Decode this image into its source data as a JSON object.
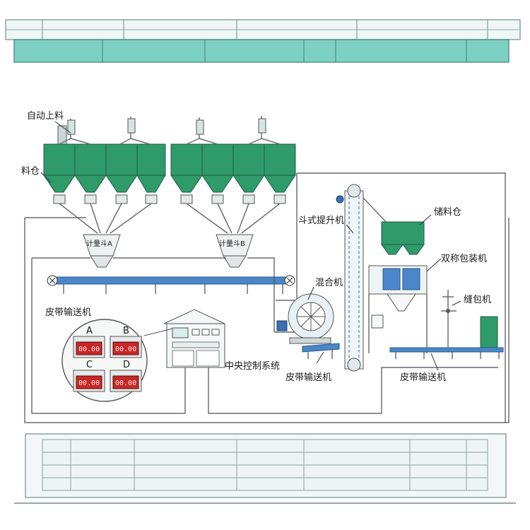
{
  "labels": {
    "auto_feed": "自动上料",
    "silo": "料仓",
    "hopper_a": "计量斗A",
    "hopper_b": "计量斗B",
    "bucket_elevator": "斗式提升机",
    "storage_bin": "储料仓",
    "double_scale_packer": "双称包装机",
    "mixer": "混合机",
    "sewing_machine": "缝包机",
    "belt_conveyor_left": "皮带输送机",
    "belt_conveyor_mid": "皮带输送机",
    "belt_conveyor_right": "皮带输送机",
    "central_control": "中央控制系统"
  },
  "control_panel": {
    "displays": [
      {
        "id": "A",
        "value": "00.00"
      },
      {
        "id": "B",
        "value": "00.00"
      },
      {
        "id": "C",
        "value": "00.00"
      },
      {
        "id": "D",
        "value": "00.00"
      }
    ]
  },
  "colors": {
    "silo_green": "#2f9a6a",
    "roof_teal": "#7fd0c4",
    "belt_blue": "#4a86c8",
    "display_red": "#c62828",
    "line_gray": "#4d4d4d"
  }
}
